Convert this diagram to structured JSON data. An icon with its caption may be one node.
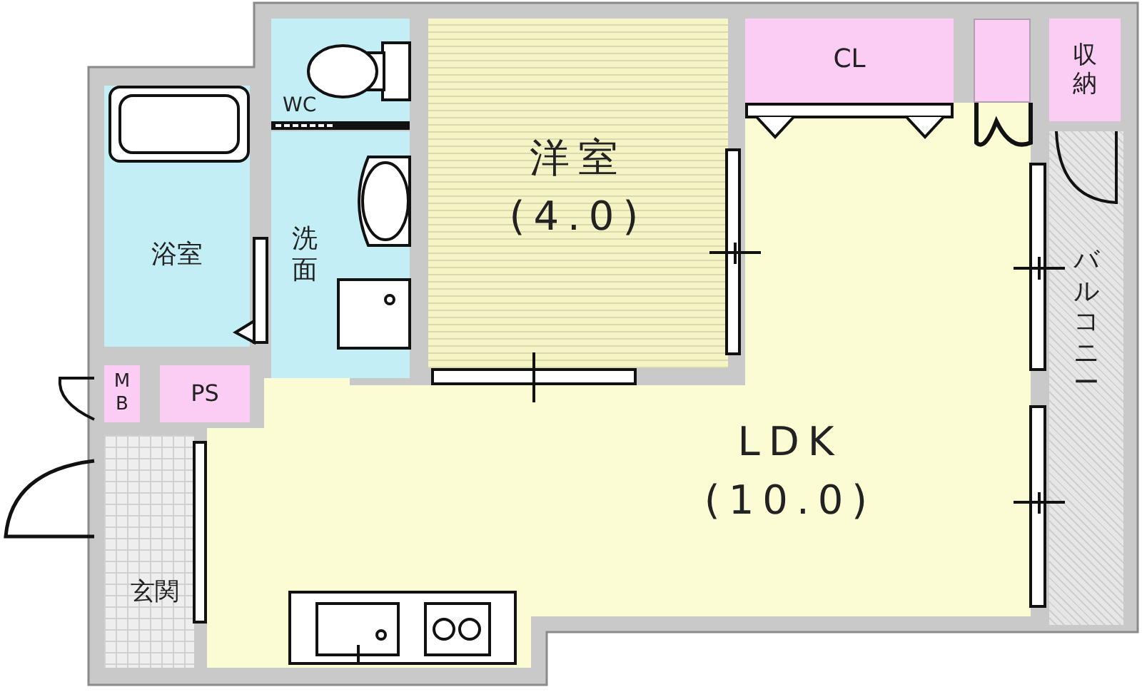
{
  "diagram": {
    "nodes": [
      {
        "text": [
          "WC"
        ]
      },
      {
        "text": [
          "洗面"
        ]
      },
      {
        "text": [
          "浴室"
        ]
      },
      {
        "text": [
          "洋室",
          "(4.0)"
        ]
      },
      {
        "text": [
          "CL"
        ]
      },
      {
        "text": [],
        "shape": "box"
      },
      {
        "text": [
          "収納"
        ]
      },
      {
        "text": [
          "バルコニー"
        ]
      },
      {
        "text": [
          "MB"
        ]
      },
      {
        "text": [
          "PS"
        ]
      },
      {
        "text": [
          "玄関"
        ]
      },
      {
        "text": [
          "LDK",
          "(10.0)"
        ]
      }
    ]
  }
}
